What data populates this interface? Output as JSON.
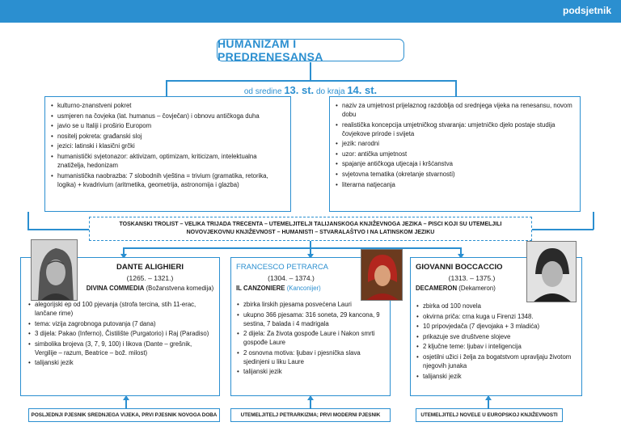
{
  "header": {
    "tag": "podsjetnik"
  },
  "title": "HUMANIZAM I PREDRENESANSA",
  "time_range": {
    "prefix": "od sredine ",
    "from": "13. st.",
    "middle": " do kraja ",
    "to": "14. st."
  },
  "left_box": [
    "kulturno-znanstveni pokret",
    "usmjeren na čovjeka (lat. humanus – čovječan) i obnovu antičkoga duha",
    "javio se u Italiji i proširio Europom",
    "nositelj pokreta: građanski sloj",
    "jezici: latinski i klasični grčki",
    "humanistički svjetonazor: aktivizam, optimizam, kriticizam, intelektualna znatiželja, hedonizam",
    "humanistička naobrazba: 7 slobodnih vještina = trivium (gramatika, retorika, logika) + kvadrivium (aritmetika, geometrija, astronomija i glazba)"
  ],
  "right_box": [
    "naziv za umjetnost prijelaznog razdoblja od srednjega vijeka na renesansu, novom dobu",
    "realistička koncepcija umjetničkog stvaranja: umjetničko djelo postaje studija čovjekove prirode i svijeta",
    "jezik: narodni",
    "uzor: antička umjetnost",
    "spajanje antičkoga utjecaja i kršćanstva",
    "svjetovna tematika (okretanje stvarnosti)",
    "literarna natjecanja"
  ],
  "trecento": "TOSKANSKI TROLIST – VELIKA TRIJADA TRECENTA – UTEMELJITELJI TALIJANSKOGA KNJIŽEVNOGA JEZIKA – PISCI KOJI SU UTEMELJILI NOVOVJEKOVNU KNJIŽEVNOST – HUMANISTI – STVARALAŠTVO I NA LATINSKOM JEZIKU",
  "dante": {
    "name": "DANTE ALIGHIERI",
    "dates": "(1265. – 1321.)",
    "work": "DIVINA COMMEDIA",
    "work_translation": "(Božanstvena komedija)",
    "items": [
      "alegorijski ep od 100 pjevanja (strofa tercina, stih 11-erac, lančane rime)",
      "tema: vizija zagrobnoga putovanja (7 dana)",
      "3 dijela: Pakao (Inferno), Čistilište (Purgatorio) i Raj (Paradiso)",
      "simbolika brojeva (3, 7, 9, 100) i likova (Dante – grešnik, Vergilije – razum, Beatrice – bož. milost)",
      "talijanski jezik"
    ],
    "footer": "POSLJEDNJI PJESNIK SREDNJEGA VIJEKA, PRVI PJESNIK NOVOGA DOBA"
  },
  "petrarca": {
    "name": "FRANCESCO PETRARCA",
    "dates": "(1304. – 1374.)",
    "work": "IL CANZONIERE",
    "work_translation": "(Kanconijer)",
    "items": [
      "zbirka lirskih pjesama posvećena Lauri",
      "ukupno 366 pjesama: 316 soneta, 29 kancona, 9 sestina, 7 balada i 4 madrigala",
      "2 dijela: Za života gospođe Laure i Nakon smrti gospođe Laure",
      "2 osnovna motiva: ljubav i pjesnička slava sjedinjeni u liku Laure",
      "talijanski jezik"
    ],
    "footer": "UTEMELJITELJ PETRARKIZMA; PRVI MODERNI PJESNIK"
  },
  "boccaccio": {
    "name": "GIOVANNI BOCCACCIO",
    "dates": "(1313. – 1375.)",
    "work": "DECAMERON",
    "work_translation": "(Dekameron)",
    "items": [
      "zbirka od 100 novela",
      "okvirna priča: crna kuga u Firenzi 1348.",
      "10 pripovjedača (7 djevojaka + 3 mladića)",
      "prikazuje sve društvene slojeve",
      "2 ključne teme: ljubav i inteligencija",
      "osjetilni užici i želja za bogatstvom upravljaju životom njegovih junaka",
      "talijanski jezik"
    ],
    "footer": "UTEMELJITELJ NOVELE U EUROPSKOJ KNJIŽEVNOSTI"
  },
  "colors": {
    "accent": "#2b8fd0",
    "text": "#1a1a1a"
  },
  "icons": [
    "dante-portrait-icon",
    "petrarca-portrait-icon",
    "boccaccio-portrait-icon"
  ]
}
